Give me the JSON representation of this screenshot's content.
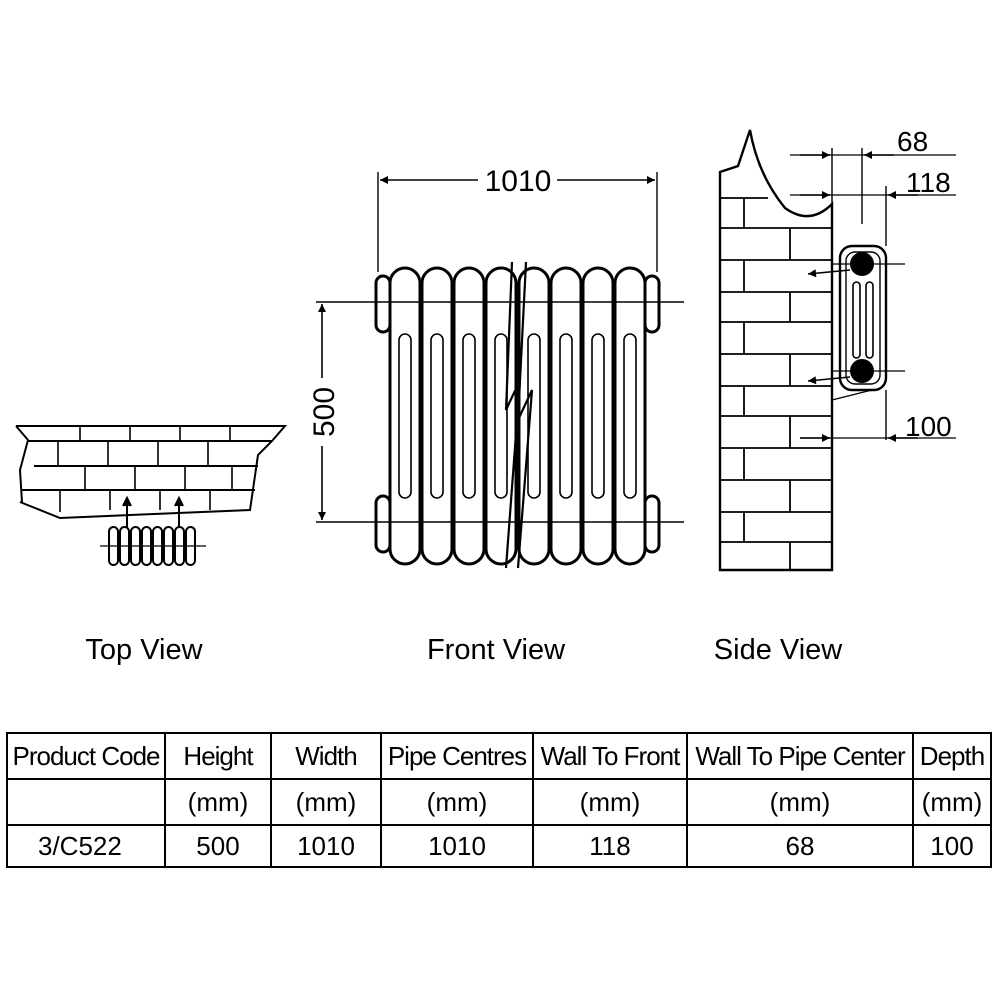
{
  "views": {
    "top": "Top View",
    "front": "Front View",
    "side": "Side View"
  },
  "dimensions": {
    "width": "1010",
    "height": "500",
    "wall_to_pipe": "68",
    "wall_to_front": "118",
    "depth": "100"
  },
  "table": {
    "headers": [
      "Product Code",
      "Height",
      "Width",
      "Pipe Centres",
      "Wall To Front",
      "Wall To Pipe Center",
      "Depth"
    ],
    "units": [
      "",
      "(mm)",
      "(mm)",
      "(mm)",
      "(mm)",
      "(mm)",
      "(mm)"
    ],
    "row": [
      "3/C522",
      "500",
      "1010",
      "1010",
      "118",
      "68",
      "100"
    ]
  }
}
